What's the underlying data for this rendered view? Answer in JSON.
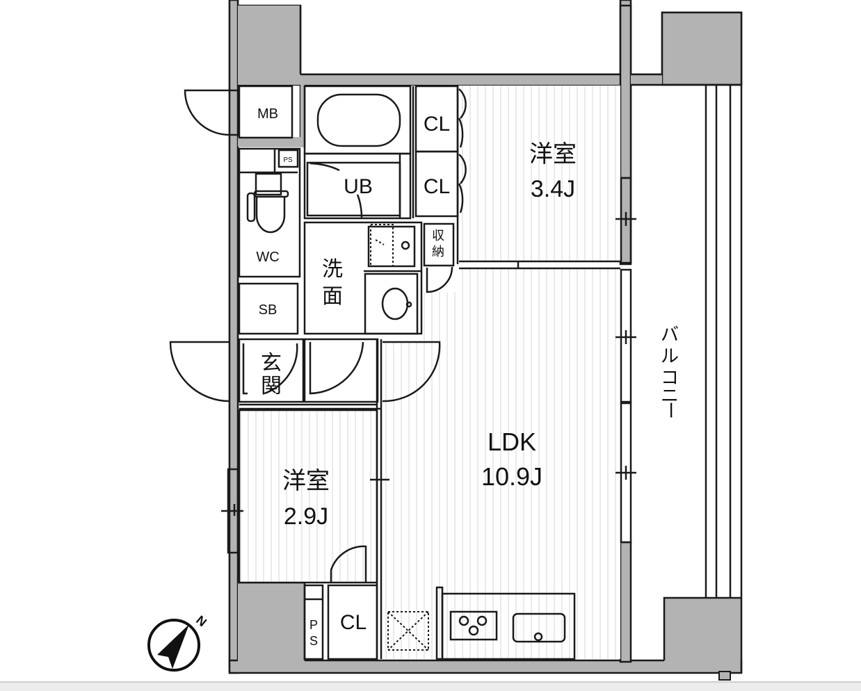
{
  "floor_plan": {
    "rooms": [
      {
        "id": "western-room-1",
        "name": "洋室",
        "size": "3.4J"
      },
      {
        "id": "western-room-2",
        "name": "洋室",
        "size": "2.9J"
      },
      {
        "id": "ldk",
        "name": "LDK",
        "size": "10.9J"
      }
    ],
    "labels": {
      "mb": "MB",
      "ps_top": "PS",
      "ub": "UB",
      "cl_1": "CL",
      "cl_2": "CL",
      "cl_3": "CL",
      "wc": "WC",
      "sb": "SB",
      "washroom_1": "洗",
      "washroom_2": "面",
      "storage_1": "収",
      "storage_2": "納",
      "entrance_1": "玄",
      "entrance_2": "関",
      "ps_bottom_1": "P",
      "ps_bottom_2": "S",
      "balcony": [
        "バ",
        "ル",
        "コ",
        "ニ",
        "ー"
      ]
    },
    "compass": {
      "label": "N"
    },
    "colors": {
      "wall": "#b3b3b3",
      "line": "#1a1a1a",
      "floor_stripe": "#e4e4e4",
      "background": "#ffffff",
      "footer": "#ececec"
    }
  }
}
